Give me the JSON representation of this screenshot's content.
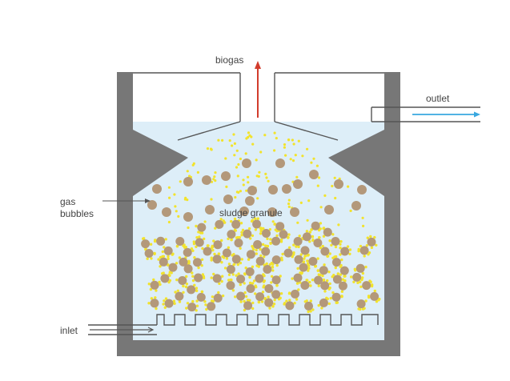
{
  "labels": {
    "biogas": "biogas",
    "outlet": "outlet",
    "gas_line1": "gas",
    "gas_line2": "bubbles",
    "sludge_granule": "sludge granule",
    "inlet": "inlet"
  },
  "colors": {
    "wall": "#777777",
    "liquid": "#ddeef8",
    "granule": "#b3987a",
    "bubble": "#f2e32c",
    "biogas_arrow": "#d23c2c",
    "outlet_arrow": "#38a8e0",
    "label_text": "#444444",
    "line": "#555555"
  }
}
